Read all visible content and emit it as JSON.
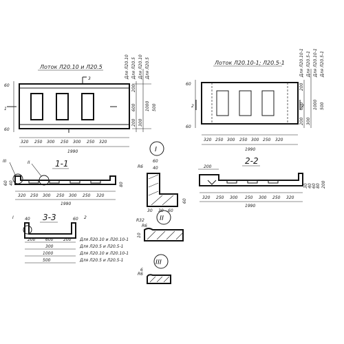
{
  "views": {
    "plan_left": {
      "title": "Лоток Л20.10 и Л20.5",
      "cut_markers": {
        "top": "3",
        "side": "1"
      },
      "bottom_dims": [
        "320",
        "250",
        "300",
        "250",
        "300",
        "250",
        "320"
      ],
      "total": "1990",
      "left_dims": [
        "60",
        "60"
      ],
      "right_dims": [
        "200",
        "600",
        "200",
        "300"
      ],
      "outer_dims": [
        "1000",
        "500"
      ],
      "notes": [
        "Для Л20.10",
        "Для Л20.5",
        "Для Л20.10",
        "Для Л20.5"
      ]
    },
    "plan_right": {
      "title": "Лоток Л20.10-1; Л20.5-1",
      "cut_markers": {
        "side_left": "2",
        "side_right": "2"
      },
      "bottom_dims": [
        "320",
        "250",
        "300",
        "250",
        "300",
        "250",
        "320"
      ],
      "total": "1990",
      "left_dims": [
        "60",
        "60"
      ],
      "right_dims": [
        "200",
        "600",
        "200",
        "300"
      ],
      "outer_dims": [
        "1000",
        "500"
      ],
      "notes": [
        "Для Л20.10-1",
        "Для Л20.5-1",
        "Для Л20.10-1",
        "Для Л20.5-1"
      ]
    },
    "section_1_1": {
      "title": "1-1",
      "callouts": [
        "III",
        "II"
      ],
      "bottom_dims": [
        "320",
        "250",
        "300",
        "250",
        "300",
        "250",
        "320"
      ],
      "total": "1990",
      "side_dims": [
        "60",
        "40",
        "80"
      ]
    },
    "section_2_2": {
      "title": "2-2",
      "top_dim": "200",
      "bottom_dims": [
        "320",
        "250",
        "300",
        "250",
        "300",
        "250",
        "320"
      ],
      "total": "1990",
      "side_dims": [
        "30",
        "40",
        "60",
        "80",
        "200"
      ]
    },
    "section_3_3": {
      "title": "3-3",
      "callouts": [
        "I",
        "2"
      ],
      "top_dims": [
        "40",
        "60"
      ],
      "dims": [
        "200",
        "600",
        "200",
        "300",
        "1000",
        "500"
      ],
      "notes": [
        "Для Л20.10 и Л20.10-1",
        "Для Л20.5 и Л20.5-1",
        "Для Л20.10 и Л20.10-1",
        "Для Л20.5 и Л20.5-1"
      ]
    },
    "detail_I": {
      "label": "I",
      "dims": [
        "60",
        "40",
        "R6",
        "60",
        "30",
        "30",
        "60"
      ]
    },
    "detail_II": {
      "label": "II",
      "dims": [
        "R32",
        "R6",
        "10"
      ]
    },
    "detail_III": {
      "label": "III",
      "dims": [
        "R6",
        "6"
      ]
    }
  }
}
